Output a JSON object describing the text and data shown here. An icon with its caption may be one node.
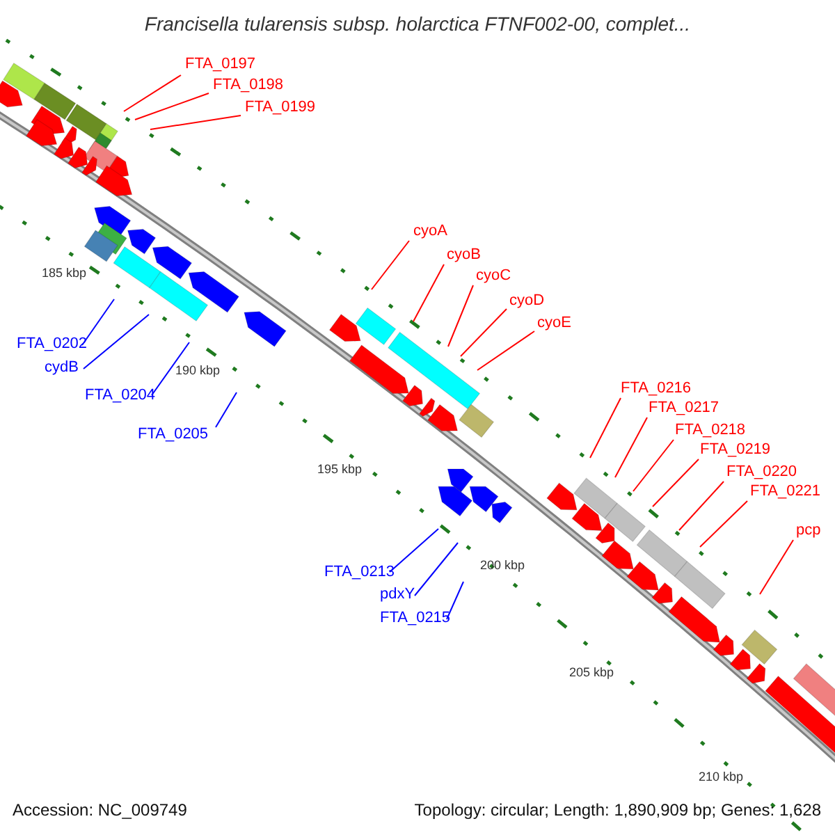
{
  "diagram": {
    "title": "Francisella tularensis subsp. holarctica FTNF002-00, complet...",
    "nodes": [
      {
        "text": [
          "FTA_0197"
        ]
      },
      {
        "text": [
          "FTA_0198"
        ]
      },
      {
        "text": [
          "FTA_0199"
        ]
      },
      {
        "text": [
          "cyoA"
        ]
      },
      {
        "text": [
          "cyoB"
        ]
      },
      {
        "text": [
          "cyoC"
        ]
      },
      {
        "text": [
          "cyoD"
        ]
      },
      {
        "text": [
          "cyoE"
        ]
      },
      {
        "text": [
          "FTA_0216"
        ]
      },
      {
        "text": [
          "FTA_0217"
        ]
      },
      {
        "text": [
          "FTA_0218"
        ]
      },
      {
        "text": [
          "FTA_0219"
        ]
      },
      {
        "text": [
          "FTA_0220"
        ]
      },
      {
        "text": [
          "FTA_0221"
        ]
      },
      {
        "text": [
          "pcp"
        ]
      },
      {
        "text": [
          "FTA_0202"
        ]
      },
      {
        "text": [
          "cydB"
        ]
      },
      {
        "text": [
          "FTA_0204"
        ]
      },
      {
        "text": [
          "FTA_0205"
        ]
      },
      {
        "text": [
          "FTA_0213"
        ]
      },
      {
        "text": [
          "pdxY"
        ]
      },
      {
        "text": [
          "FTA_0215"
        ]
      }
    ],
    "edges": [
      {
        "from": 0,
        "to": null,
        "arrow": "none"
      },
      {
        "from": 1,
        "to": null,
        "arrow": "none"
      },
      {
        "from": 2,
        "to": null,
        "arrow": "none"
      },
      {
        "from": 3,
        "to": null,
        "arrow": "none"
      },
      {
        "from": 4,
        "to": null,
        "arrow": "none"
      },
      {
        "from": 5,
        "to": null,
        "arrow": "none"
      },
      {
        "from": 6,
        "to": null,
        "arrow": "none"
      },
      {
        "from": 7,
        "to": null,
        "arrow": "none"
      },
      {
        "from": 8,
        "to": null,
        "arrow": "none"
      },
      {
        "from": 9,
        "to": null,
        "arrow": "none"
      },
      {
        "from": 10,
        "to": null,
        "arrow": "none"
      },
      {
        "from": 11,
        "to": null,
        "arrow": "none"
      },
      {
        "from": 12,
        "to": null,
        "arrow": "none"
      },
      {
        "from": 13,
        "to": null,
        "arrow": "none"
      },
      {
        "from": 14,
        "to": null,
        "arrow": "none"
      },
      {
        "from": 15,
        "to": null,
        "arrow": "none",
        "color": "#0000ff"
      },
      {
        "from": 16,
        "to": null,
        "arrow": "none",
        "color": "#0000ff"
      },
      {
        "from": 17,
        "to": null,
        "arrow": "none",
        "color": "#0000ff"
      },
      {
        "from": 18,
        "to": null,
        "arrow": "none",
        "color": "#0000ff"
      },
      {
        "from": 19,
        "to": null,
        "arrow": "none",
        "color": "#0000ff"
      },
      {
        "from": 20,
        "to": null,
        "arrow": "none",
        "color": "#0000ff"
      },
      {
        "from": 21,
        "to": null,
        "arrow": "none",
        "color": "#0000ff"
      }
    ],
    "labels": [
      "185 kbp",
      "190 kbp",
      "195 kbp",
      "200 kbp",
      "205 kbp",
      "210 kbp",
      "Accession: NC_009749",
      "Topology: circular; Length: 1,890,909 bp; Genes: 1,628"
    ]
  }
}
